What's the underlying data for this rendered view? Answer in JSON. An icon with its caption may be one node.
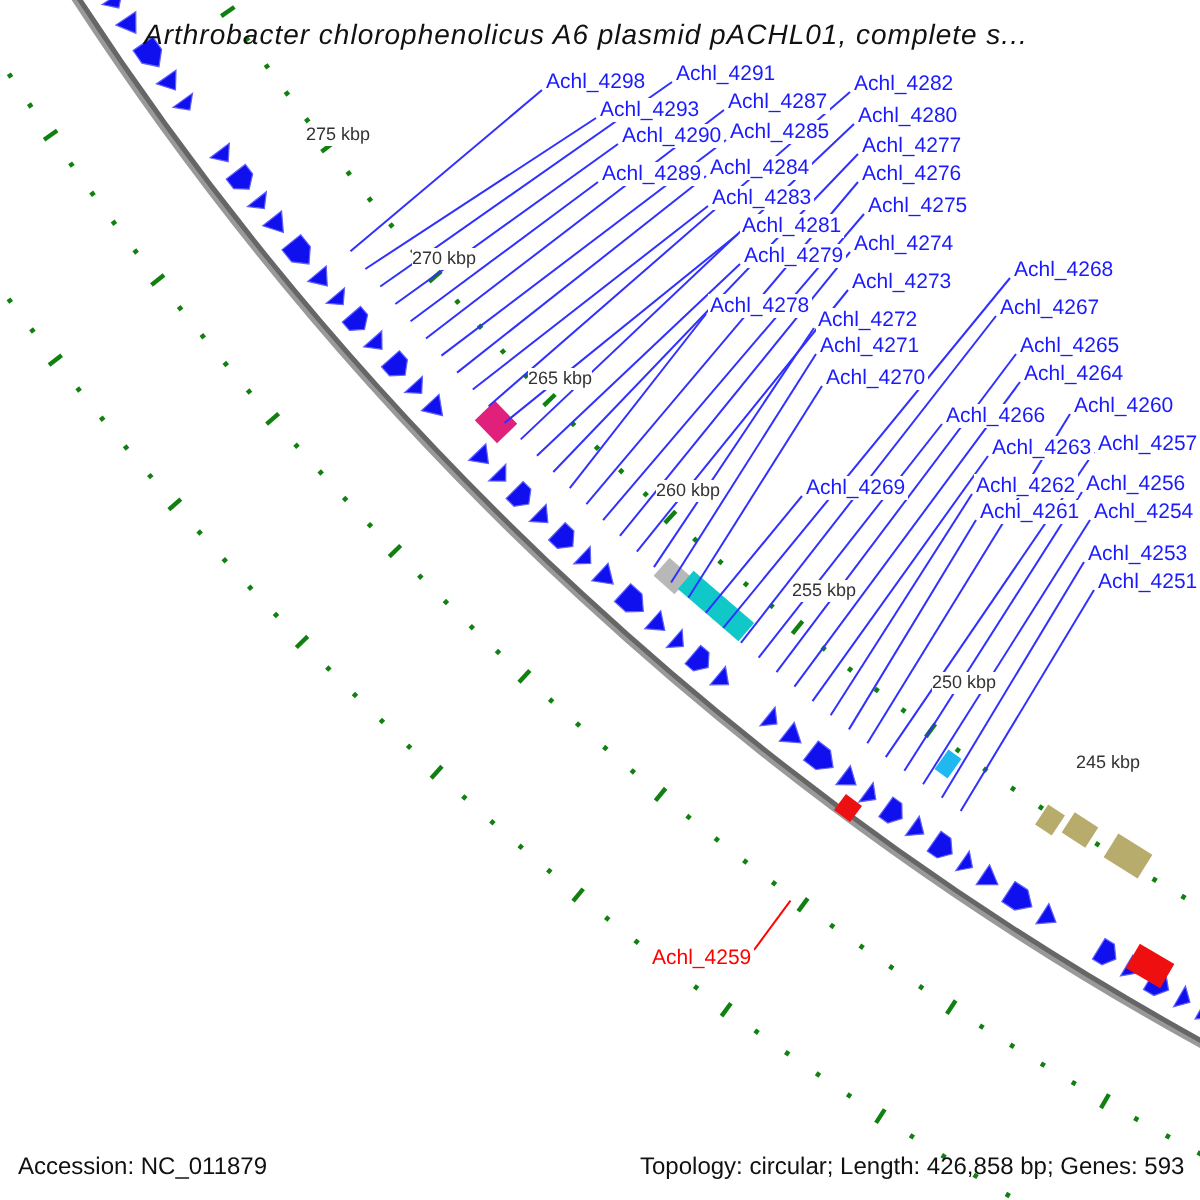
{
  "diagram": {
    "title": "Arthrobacter chlorophenolicus A6 plasmid pACHL01, complete s...",
    "nodes": [
      {
        "text": [
          "Achl_4291"
        ]
      },
      {
        "text": [
          "Achl_4298"
        ]
      },
      {
        "text": [
          "Achl_4282"
        ]
      },
      {
        "text": [
          "Achl_4287"
        ]
      },
      {
        "text": [
          "Achl_4293"
        ]
      },
      {
        "text": [
          "Achl_4280"
        ]
      },
      {
        "text": [
          "Achl_4285"
        ]
      },
      {
        "text": [
          "Achl_4290"
        ]
      },
      {
        "text": [
          "Achl_4277"
        ]
      },
      {
        "text": [
          "Achl_4284"
        ]
      },
      {
        "text": [
          "Achl_4289"
        ]
      },
      {
        "text": [
          "Achl_4276"
        ]
      },
      {
        "text": [
          "Achl_4283"
        ]
      },
      {
        "text": [
          "Achl_4275"
        ]
      },
      {
        "text": [
          "Achl_4281"
        ]
      },
      {
        "text": [
          "Achl_4274"
        ]
      },
      {
        "text": [
          "Achl_4279"
        ]
      },
      {
        "text": [
          "Achl_4268"
        ]
      },
      {
        "text": [
          "Achl_4273"
        ]
      },
      {
        "text": [
          "Achl_4278"
        ]
      },
      {
        "text": [
          "Achl_4267"
        ]
      },
      {
        "text": [
          "Achl_4272"
        ]
      },
      {
        "text": [
          "Achl_4271"
        ]
      },
      {
        "text": [
          "Achl_4265"
        ]
      },
      {
        "text": [
          "Achl_4264"
        ]
      },
      {
        "text": [
          "Achl_4270"
        ]
      },
      {
        "text": [
          "Achl_4260"
        ]
      },
      {
        "text": [
          "Achl_4266"
        ]
      },
      {
        "text": [
          "Achl_4257"
        ]
      },
      {
        "text": [
          "Achl_4263"
        ]
      },
      {
        "text": [
          "Achl_4256"
        ]
      },
      {
        "text": [
          "Achl_4262"
        ]
      },
      {
        "text": [
          "Achl_4269"
        ]
      },
      {
        "text": [
          "Achl_4261"
        ]
      },
      {
        "text": [
          "Achl_4254"
        ]
      },
      {
        "text": [
          "Achl_4253"
        ]
      },
      {
        "text": [
          "Achl_4251"
        ]
      },
      {
        "text": [
          "Achl_4259"
        ]
      }
    ],
    "edges": [
      {
        "from": 0,
        "to": null,
        "arrow": "none"
      },
      {
        "from": 1,
        "to": null,
        "arrow": "none"
      },
      {
        "from": 2,
        "to": null,
        "arrow": "none"
      },
      {
        "from": 3,
        "to": null,
        "arrow": "none"
      },
      {
        "from": 4,
        "to": null,
        "arrow": "none"
      },
      {
        "from": 5,
        "to": null,
        "arrow": "none"
      },
      {
        "from": 6,
        "to": null,
        "arrow": "none"
      },
      {
        "from": 7,
        "to": null,
        "arrow": "none"
      },
      {
        "from": 8,
        "to": null,
        "arrow": "none"
      },
      {
        "from": 9,
        "to": null,
        "arrow": "none"
      },
      {
        "from": 10,
        "to": null,
        "arrow": "none"
      },
      {
        "from": 11,
        "to": null,
        "arrow": "none"
      },
      {
        "from": 12,
        "to": null,
        "arrow": "none"
      },
      {
        "from": 13,
        "to": null,
        "arrow": "none"
      },
      {
        "from": 14,
        "to": null,
        "arrow": "none"
      },
      {
        "from": 15,
        "to": null,
        "arrow": "none"
      },
      {
        "from": 16,
        "to": null,
        "arrow": "none"
      },
      {
        "from": 17,
        "to": null,
        "arrow": "none"
      },
      {
        "from": 18,
        "to": null,
        "arrow": "none"
      },
      {
        "from": 19,
        "to": null,
        "arrow": "none"
      },
      {
        "from": 20,
        "to": null,
        "arrow": "none"
      },
      {
        "from": 21,
        "to": null,
        "arrow": "none"
      },
      {
        "from": 22,
        "to": null,
        "arrow": "none"
      },
      {
        "from": 23,
        "to": null,
        "arrow": "none"
      },
      {
        "from": 24,
        "to": null,
        "arrow": "none"
      },
      {
        "from": 25,
        "to": null,
        "arrow": "none"
      },
      {
        "from": 26,
        "to": null,
        "arrow": "none"
      },
      {
        "from": 27,
        "to": null,
        "arrow": "none"
      },
      {
        "from": 28,
        "to": null,
        "arrow": "none"
      },
      {
        "from": 29,
        "to": null,
        "arrow": "none"
      },
      {
        "from": 30,
        "to": null,
        "arrow": "none"
      },
      {
        "from": 31,
        "to": null,
        "arrow": "none"
      },
      {
        "from": 32,
        "to": null,
        "arrow": "none"
      },
      {
        "from": 33,
        "to": null,
        "arrow": "none"
      },
      {
        "from": 34,
        "to": null,
        "arrow": "none"
      },
      {
        "from": 35,
        "to": null,
        "arrow": "none"
      },
      {
        "from": 36,
        "to": null,
        "arrow": "none"
      },
      {
        "from": 37,
        "to": null,
        "arrow": "none",
        "color": "#ff0000"
      }
    ],
    "labels": [
      "275 kbp",
      "270 kbp",
      "265 kbp",
      "260 kbp",
      "255 kbp",
      "250 kbp",
      "245 kbp",
      "Accession: NC_011879",
      "Topology: circular; Length: 426,858 bp; Genes: 593"
    ]
  }
}
